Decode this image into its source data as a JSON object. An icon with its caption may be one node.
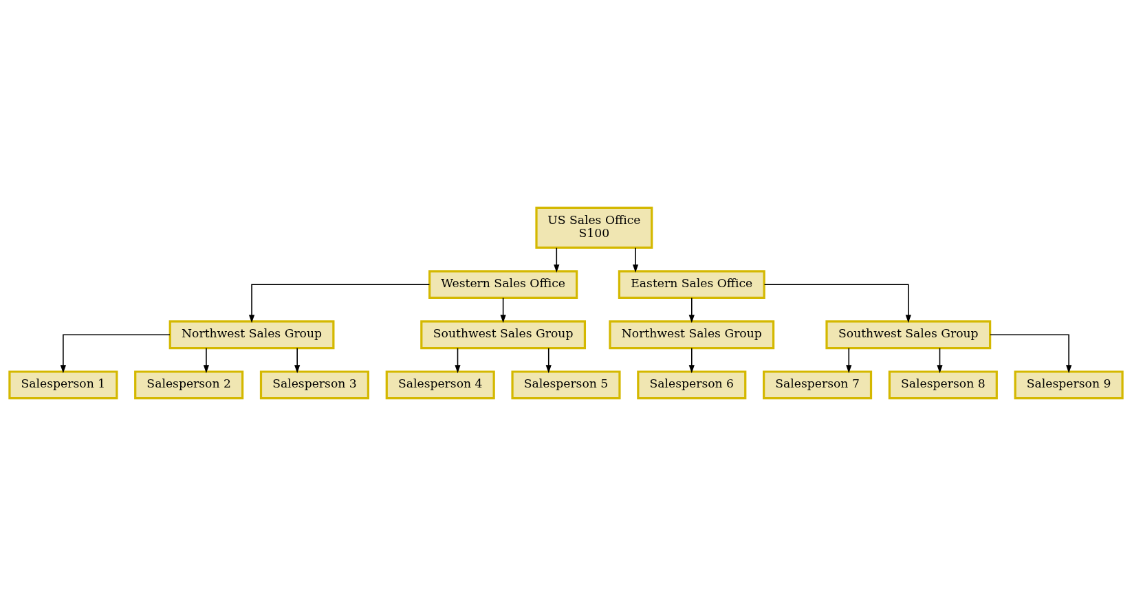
{
  "diagram": {
    "nodes": [
      {
        "text": [
          "US Sales Office",
          "S100"
        ]
      },
      {
        "text": [
          "Western Sales Office"
        ]
      },
      {
        "text": [
          "Eastern Sales Office"
        ]
      },
      {
        "text": [
          "Northwest Sales Group"
        ]
      },
      {
        "text": [
          "Salesperson 1"
        ]
      },
      {
        "text": [
          "Salesperson 2"
        ]
      },
      {
        "text": [
          "Salesperson 3"
        ]
      },
      {
        "text": [
          "Southwest Sales Group"
        ]
      },
      {
        "text": [
          "Salesperson 4"
        ]
      },
      {
        "text": [
          "Salesperson 5"
        ]
      },
      {
        "text": [
          "Northwest Sales Group"
        ]
      },
      {
        "text": [
          "Salesperson 6"
        ]
      },
      {
        "text": [
          "Southwest Sales Group"
        ]
      },
      {
        "text": [
          "Salesperson 7"
        ]
      },
      {
        "text": [
          "Salesperson 8"
        ]
      },
      {
        "text": [
          "Salesperson 9"
        ]
      }
    ],
    "edges": [
      {
        "from": 0,
        "to": 1,
        "arrow": "to"
      },
      {
        "from": 0,
        "to": 2,
        "arrow": "to"
      },
      {
        "from": 1,
        "to": 3,
        "arrow": "to"
      },
      {
        "from": 1,
        "to": 7,
        "arrow": "to"
      },
      {
        "from": 2,
        "to": 10,
        "arrow": "to"
      },
      {
        "from": 2,
        "to": 12,
        "arrow": "to"
      },
      {
        "from": 3,
        "to": 4,
        "arrow": "to"
      },
      {
        "from": 3,
        "to": 5,
        "arrow": "to"
      },
      {
        "from": 3,
        "to": 6,
        "arrow": "to"
      },
      {
        "from": 7,
        "to": 8,
        "arrow": "to"
      },
      {
        "from": 7,
        "to": 9,
        "arrow": "to"
      },
      {
        "from": 10,
        "to": 11,
        "arrow": "to"
      },
      {
        "from": 12,
        "to": 13,
        "arrow": "to"
      },
      {
        "from": 12,
        "to": 14,
        "arrow": "to"
      },
      {
        "from": 12,
        "to": 15,
        "arrow": "to"
      }
    ]
  }
}
